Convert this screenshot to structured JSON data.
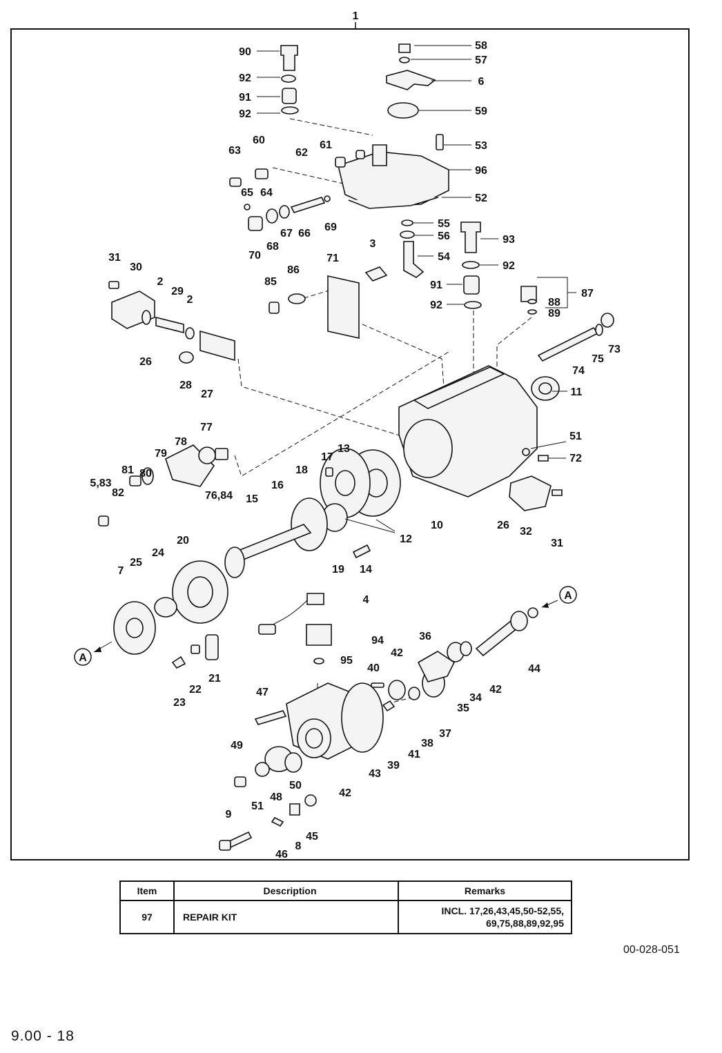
{
  "diagram": {
    "assembly_number": "1",
    "callouts": [
      "90",
      "58",
      "57",
      "92",
      "6",
      "91",
      "92",
      "59",
      "60",
      "61",
      "53",
      "63",
      "62",
      "96",
      "65",
      "64",
      "52",
      "55",
      "67",
      "66",
      "69",
      "56",
      "93",
      "70",
      "68",
      "3",
      "71",
      "54",
      "31",
      "30",
      "86",
      "92",
      "85",
      "87",
      "2",
      "29",
      "2",
      "91",
      "88",
      "92",
      "89",
      "73",
      "26",
      "75",
      "74",
      "28",
      "27",
      "11",
      "77",
      "51",
      "78",
      "13",
      "72",
      "17",
      "79",
      "81",
      "80",
      "18",
      "5,83",
      "82",
      "76,84",
      "16",
      "15",
      "12",
      "10",
      "26",
      "32",
      "31",
      "20",
      "19",
      "14",
      "24",
      "25",
      "7",
      "4",
      "A",
      "A",
      "94",
      "36",
      "42",
      "95",
      "40",
      "44",
      "22",
      "21",
      "42",
      "47",
      "23",
      "34",
      "35",
      "37",
      "38",
      "49",
      "41",
      "39",
      "50",
      "43",
      "42",
      "48",
      "51",
      "9",
      "45",
      "8",
      "46"
    ],
    "marker_label": "A"
  },
  "table": {
    "headers": {
      "item": "Item",
      "description": "Description",
      "remarks": "Remarks"
    },
    "rows": [
      {
        "item": "97",
        "description": "REPAIR KIT",
        "remarks_line1": "INCL. 17,26,43,45,50-52,55,",
        "remarks_line2": "69,75,88,89,92,95"
      }
    ]
  },
  "document_number": "00-028-051",
  "page_number": "9.00 - 18"
}
